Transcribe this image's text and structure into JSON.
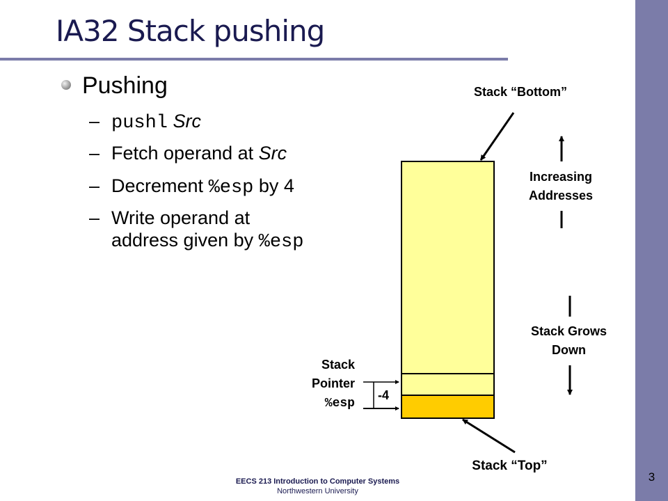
{
  "slide": {
    "title": "IA32 Stack pushing",
    "number": "3",
    "footer_line1": "EECS 213 Introduction to Computer Systems",
    "footer_line2": "Northwestern University"
  },
  "bullet": {
    "main": "Pushing",
    "sub1_dash": "–",
    "sub1_code": "pushl",
    "sub1_italic": "Src",
    "sub2_dash": "–",
    "sub2_text": "Fetch operand at ",
    "sub2_italic": "Src",
    "sub3_dash": "–",
    "sub3_text1": "Decrement ",
    "sub3_code": "%esp",
    "sub3_text2": " by 4",
    "sub4_dash": "–",
    "sub4_line1": "Write operand at",
    "sub4_line2": "address given by ",
    "sub4_code": "%esp"
  },
  "diagram": {
    "stack_bottom": "Stack “Bottom”",
    "stack_top": "Stack “Top”",
    "increasing_line1": "Increasing",
    "increasing_line2": "Addresses",
    "grows_line1": "Stack Grows",
    "grows_line2": "Down",
    "pointer_line1": "Stack",
    "pointer_line2": "Pointer",
    "pointer_reg": "%esp",
    "offset": "-4"
  },
  "colors": {
    "sidebar": "#7b7ca9",
    "title": "#1a1a50",
    "stack_fill": "#ffff9a",
    "stack_top_fill": "#ffcc00"
  }
}
